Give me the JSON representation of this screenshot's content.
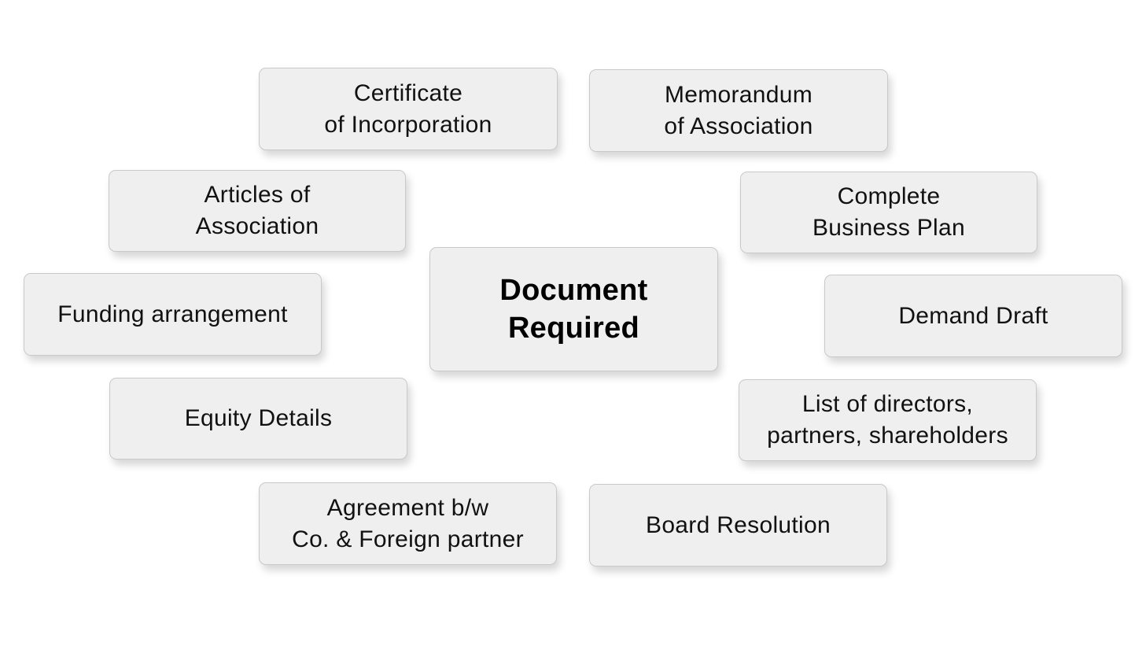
{
  "diagram": {
    "center": "Document\nRequired",
    "items": [
      "Certificate\nof Incorporation",
      "Memorandum\nof Association",
      "Articles of\nAssociation",
      "Complete\nBusiness Plan",
      "Funding arrangement",
      "Demand Draft",
      "Equity Details",
      "List of directors,\npartners, shareholders",
      "Agreement b/w\nCo. & Foreign partner",
      "Board Resolution"
    ]
  }
}
